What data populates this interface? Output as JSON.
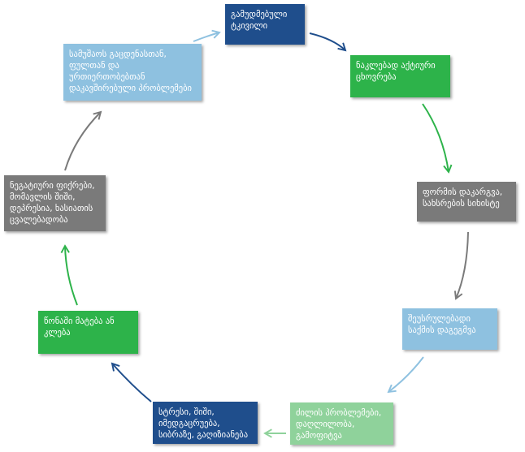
{
  "diagram": {
    "nodes": [
      {
        "id": "n0",
        "text": "გამუდმებული ტკივილი",
        "color": "#1f4e8c"
      },
      {
        "id": "n1",
        "text": "ნაკლებად აქტიური ცხოვრება",
        "color": "#2db34a"
      },
      {
        "id": "n2",
        "text": "ფორმის დაკარგვა, სახსრების სიხისტე",
        "color": "#7a7a7a"
      },
      {
        "id": "n3",
        "text": "შეუსრულებადი საქმის დაგეგმვა",
        "color": "#8ec1e0"
      },
      {
        "id": "n4",
        "text": "ძილის პრობლემები, დაღლილობა, გამოფიტვა",
        "color": "#8fd29b"
      },
      {
        "id": "n5",
        "text": "სტრესი, შიში, იმედგაცრუება, სიბრაზე, გაღიზიანება",
        "color": "#1f4e8c"
      },
      {
        "id": "n6",
        "text": "წონაში მატება ან კლება",
        "color": "#2db34a"
      },
      {
        "id": "n7",
        "text": "ნეგატიური ფიქრები, მომავლის შიში, დეპრესია, ხასიათის ცვალებადობა",
        "color": "#7a7a7a"
      },
      {
        "id": "n8",
        "text": "სამუშაოს გაცდენასთან, ფულთან და ურთიერთობებთან დაკავშირებული პრობლემები",
        "color": "#8ec1e0"
      }
    ],
    "edges": [
      {
        "from": "n0",
        "to": "n1",
        "color": "#1f4e8c"
      },
      {
        "from": "n1",
        "to": "n2",
        "color": "#2db34a"
      },
      {
        "from": "n2",
        "to": "n3",
        "color": "#7a7a7a"
      },
      {
        "from": "n3",
        "to": "n4",
        "color": "#8ec1e0"
      },
      {
        "from": "n4",
        "to": "n5",
        "color": "#8fd29b"
      },
      {
        "from": "n5",
        "to": "n6",
        "color": "#1f4e8c"
      },
      {
        "from": "n6",
        "to": "n7",
        "color": "#2db34a"
      },
      {
        "from": "n7",
        "to": "n8",
        "color": "#7a7a7a"
      },
      {
        "from": "n8",
        "to": "n0",
        "color": "#8ec1e0"
      }
    ]
  }
}
